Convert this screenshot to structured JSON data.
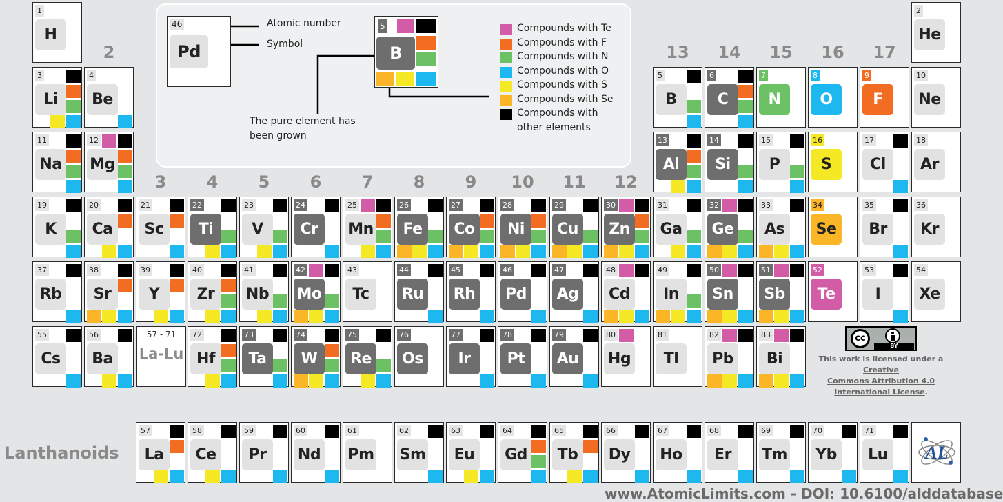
{
  "colors": {
    "Te": "#d25ca6",
    "F": "#f26d21",
    "N": "#6cc164",
    "O": "#1db8ef",
    "S": "#f5e926",
    "Se": "#fbb627",
    "other": "#000000",
    "pure": "#6e6e6e"
  },
  "group_numbers": [
    {
      "label": "2",
      "col": 2
    },
    {
      "label": "3",
      "col": 3
    },
    {
      "label": "4",
      "col": 4
    },
    {
      "label": "5",
      "col": 5
    },
    {
      "label": "6",
      "col": 6
    },
    {
      "label": "7",
      "col": 7
    },
    {
      "label": "8",
      "col": 8
    },
    {
      "label": "9",
      "col": 9
    },
    {
      "label": "10",
      "col": 10
    },
    {
      "label": "11",
      "col": 11
    },
    {
      "label": "12",
      "col": 12
    },
    {
      "label": "13",
      "col": 13
    },
    {
      "label": "14",
      "col": 14
    },
    {
      "label": "15",
      "col": 15
    },
    {
      "label": "16",
      "col": 16
    },
    {
      "label": "17",
      "col": 17
    }
  ],
  "legend": {
    "example_number": "46",
    "example_symbol": "Pd",
    "label_atomic_number": "Atomic number",
    "label_symbol": "Symbol",
    "example2_number": "5",
    "example2_symbol": "B",
    "label_pure": [
      "The pure element has",
      "been grown"
    ],
    "compounds": [
      {
        "key": "Te",
        "label": "Compounds with Te"
      },
      {
        "key": "F",
        "label": "Compounds with F"
      },
      {
        "key": "N",
        "label": "Compounds with N"
      },
      {
        "key": "O",
        "label": "Compounds with O"
      },
      {
        "key": "S",
        "label": "Compounds with S"
      },
      {
        "key": "Se",
        "label": "Compounds with Se"
      },
      {
        "key": "other",
        "label": "Compounds with",
        "label2": "other elements"
      }
    ]
  },
  "elements": [
    {
      "n": 1,
      "s": "H",
      "r": 1,
      "c": 1,
      "p": false,
      "cp": []
    },
    {
      "n": 2,
      "s": "He",
      "r": 1,
      "c": 18,
      "p": false,
      "cp": []
    },
    {
      "n": 3,
      "s": "Li",
      "r": 2,
      "c": 1,
      "p": false,
      "cp": [
        "other",
        "F",
        "N",
        "S",
        "O"
      ]
    },
    {
      "n": 4,
      "s": "Be",
      "r": 2,
      "c": 2,
      "p": false,
      "cp": [
        "O"
      ]
    },
    {
      "n": 5,
      "s": "B",
      "r": 2,
      "c": 13,
      "p": false,
      "cp": [
        "other",
        "N",
        "O"
      ]
    },
    {
      "n": 6,
      "s": "C",
      "r": 2,
      "c": 14,
      "p": true,
      "cp": [
        "other",
        "F",
        "N",
        "O"
      ]
    },
    {
      "n": 7,
      "s": "N",
      "r": 2,
      "c": 15,
      "p": true,
      "bg": "N",
      "cp": []
    },
    {
      "n": 8,
      "s": "O",
      "r": 2,
      "c": 16,
      "p": true,
      "bg": "O",
      "cp": []
    },
    {
      "n": 9,
      "s": "F",
      "r": 2,
      "c": 17,
      "p": true,
      "bg": "F",
      "cp": []
    },
    {
      "n": 10,
      "s": "Ne",
      "r": 2,
      "c": 18,
      "p": false,
      "cp": []
    },
    {
      "n": 11,
      "s": "Na",
      "r": 3,
      "c": 1,
      "p": false,
      "cp": [
        "other",
        "F",
        "N",
        "O"
      ]
    },
    {
      "n": 12,
      "s": "Mg",
      "r": 3,
      "c": 2,
      "p": false,
      "cp": [
        "Te",
        "other",
        "F",
        "N",
        "O"
      ]
    },
    {
      "n": 13,
      "s": "Al",
      "r": 3,
      "c": 13,
      "p": true,
      "cp": [
        "other",
        "F",
        "N",
        "S",
        "O"
      ]
    },
    {
      "n": 14,
      "s": "Si",
      "r": 3,
      "c": 14,
      "p": true,
      "cp": [
        "other",
        "N",
        "O"
      ]
    },
    {
      "n": 15,
      "s": "P",
      "r": 3,
      "c": 15,
      "p": false,
      "cp": [
        "other",
        "N",
        "O"
      ]
    },
    {
      "n": 16,
      "s": "S",
      "r": 3,
      "c": 16,
      "p": true,
      "bg": "S",
      "cp": []
    },
    {
      "n": 17,
      "s": "Cl",
      "r": 3,
      "c": 17,
      "p": false,
      "cp": [
        "other",
        "O"
      ]
    },
    {
      "n": 18,
      "s": "Ar",
      "r": 3,
      "c": 18,
      "p": false,
      "cp": []
    },
    {
      "n": 19,
      "s": "K",
      "r": 4,
      "c": 1,
      "p": false,
      "cp": [
        "other",
        "N",
        "O"
      ]
    },
    {
      "n": 20,
      "s": "Ca",
      "r": 4,
      "c": 2,
      "p": false,
      "cp": [
        "other",
        "F",
        "S",
        "O"
      ]
    },
    {
      "n": 21,
      "s": "Sc",
      "r": 4,
      "c": 3,
      "p": false,
      "cp": [
        "other",
        "F",
        "O"
      ]
    },
    {
      "n": 22,
      "s": "Ti",
      "r": 4,
      "c": 4,
      "p": true,
      "cp": [
        "other",
        "N",
        "S",
        "O"
      ]
    },
    {
      "n": 23,
      "s": "V",
      "r": 4,
      "c": 5,
      "p": false,
      "cp": [
        "other",
        "N",
        "S",
        "O"
      ]
    },
    {
      "n": 24,
      "s": "Cr",
      "r": 4,
      "c": 6,
      "p": true,
      "cp": [
        "other",
        "O"
      ]
    },
    {
      "n": 25,
      "s": "Mn",
      "r": 4,
      "c": 7,
      "p": false,
      "cp": [
        "Te",
        "other",
        "F",
        "N",
        "S",
        "O"
      ]
    },
    {
      "n": 26,
      "s": "Fe",
      "r": 4,
      "c": 8,
      "p": true,
      "cp": [
        "other",
        "N",
        "Se",
        "S",
        "O"
      ]
    },
    {
      "n": 27,
      "s": "Co",
      "r": 4,
      "c": 9,
      "p": true,
      "cp": [
        "other",
        "F",
        "N",
        "Se",
        "S",
        "O"
      ]
    },
    {
      "n": 28,
      "s": "Ni",
      "r": 4,
      "c": 10,
      "p": true,
      "cp": [
        "other",
        "F",
        "N",
        "Se",
        "S",
        "O"
      ]
    },
    {
      "n": 29,
      "s": "Cu",
      "r": 4,
      "c": 11,
      "p": true,
      "cp": [
        "other",
        "N",
        "Se",
        "S",
        "O"
      ]
    },
    {
      "n": 30,
      "s": "Zn",
      "r": 4,
      "c": 12,
      "p": true,
      "cp": [
        "Te",
        "other",
        "F",
        "N",
        "Se",
        "S",
        "O"
      ]
    },
    {
      "n": 31,
      "s": "Ga",
      "r": 4,
      "c": 13,
      "p": false,
      "cp": [
        "other",
        "N",
        "S",
        "O"
      ]
    },
    {
      "n": 32,
      "s": "Ge",
      "r": 4,
      "c": 14,
      "p": true,
      "cp": [
        "Te",
        "other",
        "N",
        "Se",
        "S",
        "O"
      ]
    },
    {
      "n": 33,
      "s": "As",
      "r": 4,
      "c": 15,
      "p": false,
      "cp": [
        "other",
        "Se",
        "S",
        "O"
      ]
    },
    {
      "n": 34,
      "s": "Se",
      "r": 4,
      "c": 16,
      "p": true,
      "bg": "Se",
      "cp": []
    },
    {
      "n": 35,
      "s": "Br",
      "r": 4,
      "c": 17,
      "p": false,
      "cp": [
        "other",
        "O"
      ]
    },
    {
      "n": 36,
      "s": "Kr",
      "r": 4,
      "c": 18,
      "p": false,
      "cp": []
    },
    {
      "n": 37,
      "s": "Rb",
      "r": 5,
      "c": 1,
      "p": false,
      "cp": [
        "other",
        "O"
      ]
    },
    {
      "n": 38,
      "s": "Sr",
      "r": 5,
      "c": 2,
      "p": false,
      "cp": [
        "other",
        "F",
        "Se",
        "S",
        "O"
      ]
    },
    {
      "n": 39,
      "s": "Y",
      "r": 5,
      "c": 3,
      "p": false,
      "cp": [
        "other",
        "F",
        "S",
        "O"
      ]
    },
    {
      "n": 40,
      "s": "Zr",
      "r": 5,
      "c": 4,
      "p": false,
      "cp": [
        "other",
        "F",
        "N",
        "S",
        "O"
      ]
    },
    {
      "n": 41,
      "s": "Nb",
      "r": 5,
      "c": 5,
      "p": false,
      "cp": [
        "other",
        "N",
        "S",
        "O"
      ]
    },
    {
      "n": 42,
      "s": "Mo",
      "r": 5,
      "c": 6,
      "p": true,
      "cp": [
        "Te",
        "other",
        "N",
        "Se",
        "S",
        "O"
      ]
    },
    {
      "n": 43,
      "s": "Tc",
      "r": 5,
      "c": 7,
      "p": false,
      "cp": []
    },
    {
      "n": 44,
      "s": "Ru",
      "r": 5,
      "c": 8,
      "p": true,
      "cp": [
        "other",
        "O"
      ]
    },
    {
      "n": 45,
      "s": "Rh",
      "r": 5,
      "c": 9,
      "p": true,
      "cp": [
        "other",
        "O"
      ]
    },
    {
      "n": 46,
      "s": "Pd",
      "r": 5,
      "c": 10,
      "p": true,
      "cp": [
        "other",
        "O"
      ]
    },
    {
      "n": 47,
      "s": "Ag",
      "r": 5,
      "c": 11,
      "p": true,
      "cp": [
        "other",
        "O"
      ]
    },
    {
      "n": 48,
      "s": "Cd",
      "r": 5,
      "c": 12,
      "p": false,
      "cp": [
        "Te",
        "other",
        "Se",
        "S",
        "O"
      ]
    },
    {
      "n": 49,
      "s": "In",
      "r": 5,
      "c": 13,
      "p": false,
      "cp": [
        "other",
        "N",
        "Se",
        "S",
        "O"
      ]
    },
    {
      "n": 50,
      "s": "Sn",
      "r": 5,
      "c": 14,
      "p": true,
      "cp": [
        "Te",
        "other",
        "Se",
        "S",
        "O"
      ]
    },
    {
      "n": 51,
      "s": "Sb",
      "r": 5,
      "c": 15,
      "p": true,
      "cp": [
        "Te",
        "other",
        "Se",
        "S",
        "O"
      ]
    },
    {
      "n": 52,
      "s": "Te",
      "r": 5,
      "c": 16,
      "p": true,
      "bg": "Te",
      "cp": []
    },
    {
      "n": 53,
      "s": "I",
      "r": 5,
      "c": 17,
      "p": false,
      "cp": [
        "other",
        "O"
      ]
    },
    {
      "n": 54,
      "s": "Xe",
      "r": 5,
      "c": 18,
      "p": false,
      "cp": []
    },
    {
      "n": 55,
      "s": "Cs",
      "r": 6,
      "c": 1,
      "p": false,
      "cp": [
        "other",
        "O"
      ]
    },
    {
      "n": 56,
      "s": "Ba",
      "r": 6,
      "c": 2,
      "p": false,
      "cp": [
        "other",
        "S",
        "O"
      ]
    },
    {
      "n": 72,
      "s": "Hf",
      "r": 6,
      "c": 4,
      "p": false,
      "cp": [
        "other",
        "F",
        "N",
        "S",
        "O"
      ]
    },
    {
      "n": 73,
      "s": "Ta",
      "r": 6,
      "c": 5,
      "p": true,
      "cp": [
        "other",
        "N",
        "O"
      ]
    },
    {
      "n": 74,
      "s": "W",
      "r": 6,
      "c": 6,
      "p": true,
      "cp": [
        "other",
        "F",
        "N",
        "Se",
        "S",
        "O"
      ]
    },
    {
      "n": 75,
      "s": "Re",
      "r": 6,
      "c": 7,
      "p": true,
      "cp": [
        "other",
        "N",
        "S",
        "O"
      ]
    },
    {
      "n": 76,
      "s": "Os",
      "r": 6,
      "c": 8,
      "p": true,
      "cp": []
    },
    {
      "n": 77,
      "s": "Ir",
      "r": 6,
      "c": 9,
      "p": true,
      "cp": [
        "other",
        "O"
      ]
    },
    {
      "n": 78,
      "s": "Pt",
      "r": 6,
      "c": 10,
      "p": true,
      "cp": [
        "other",
        "O"
      ]
    },
    {
      "n": 79,
      "s": "Au",
      "r": 6,
      "c": 11,
      "p": true,
      "cp": [
        "other",
        "O"
      ]
    },
    {
      "n": 80,
      "s": "Hg",
      "r": 6,
      "c": 12,
      "p": false,
      "cp": [
        "Te"
      ]
    },
    {
      "n": 81,
      "s": "Tl",
      "r": 6,
      "c": 13,
      "p": false,
      "cp": []
    },
    {
      "n": 82,
      "s": "Pb",
      "r": 6,
      "c": 14,
      "p": false,
      "cp": [
        "Te",
        "other",
        "Se",
        "S",
        "O"
      ]
    },
    {
      "n": 83,
      "s": "Bi",
      "r": 6,
      "c": 15,
      "p": false,
      "cp": [
        "Te",
        "other",
        "Se",
        "S",
        "O"
      ]
    },
    {
      "n": 57,
      "s": "La",
      "r": 8,
      "c": 3,
      "p": false,
      "cp": [
        "other",
        "F",
        "S",
        "O"
      ]
    },
    {
      "n": 58,
      "s": "Ce",
      "r": 8,
      "c": 4,
      "p": false,
      "cp": [
        "other",
        "S",
        "O"
      ]
    },
    {
      "n": 59,
      "s": "Pr",
      "r": 8,
      "c": 5,
      "p": false,
      "cp": [
        "other",
        "O"
      ]
    },
    {
      "n": 60,
      "s": "Nd",
      "r": 8,
      "c": 6,
      "p": false,
      "cp": [
        "other",
        "O"
      ]
    },
    {
      "n": 61,
      "s": "Pm",
      "r": 8,
      "c": 7,
      "p": false,
      "cp": []
    },
    {
      "n": 62,
      "s": "Sm",
      "r": 8,
      "c": 8,
      "p": false,
      "cp": [
        "other",
        "O"
      ]
    },
    {
      "n": 63,
      "s": "Eu",
      "r": 8,
      "c": 9,
      "p": false,
      "cp": [
        "other",
        "S",
        "O"
      ]
    },
    {
      "n": 64,
      "s": "Gd",
      "r": 8,
      "c": 10,
      "p": false,
      "cp": [
        "other",
        "F",
        "N",
        "O"
      ]
    },
    {
      "n": 65,
      "s": "Tb",
      "r": 8,
      "c": 11,
      "p": false,
      "cp": [
        "other",
        "F",
        "S",
        "O"
      ]
    },
    {
      "n": 66,
      "s": "Dy",
      "r": 8,
      "c": 12,
      "p": false,
      "cp": [
        "other",
        "O"
      ]
    },
    {
      "n": 67,
      "s": "Ho",
      "r": 8,
      "c": 13,
      "p": false,
      "cp": [
        "other",
        "O"
      ]
    },
    {
      "n": 68,
      "s": "Er",
      "r": 8,
      "c": 14,
      "p": false,
      "cp": [
        "other",
        "O"
      ]
    },
    {
      "n": 69,
      "s": "Tm",
      "r": 8,
      "c": 15,
      "p": false,
      "cp": [
        "other",
        "O"
      ]
    },
    {
      "n": 70,
      "s": "Yb",
      "r": 8,
      "c": 16,
      "p": false,
      "cp": [
        "other",
        "O"
      ]
    },
    {
      "n": 71,
      "s": "Lu",
      "r": 8,
      "c": 17,
      "p": false,
      "cp": [
        "other",
        "O"
      ]
    }
  ],
  "lalu": {
    "range": "57 - 71",
    "symbol": "La-Lu"
  },
  "lanthanoids_label": "Lanthanoids",
  "license": {
    "badge_cc": "cc",
    "badge_by": "BY",
    "text_prefix": "This work is licensed under a ",
    "link_line1": "Creative",
    "link_line2": "Commons Attribution 4.0",
    "link_line3": "International License",
    "suffix": "."
  },
  "logo_text": "AL",
  "footer": "www.AtomicLimits.com - DOI: 10.6100/alddatabase"
}
